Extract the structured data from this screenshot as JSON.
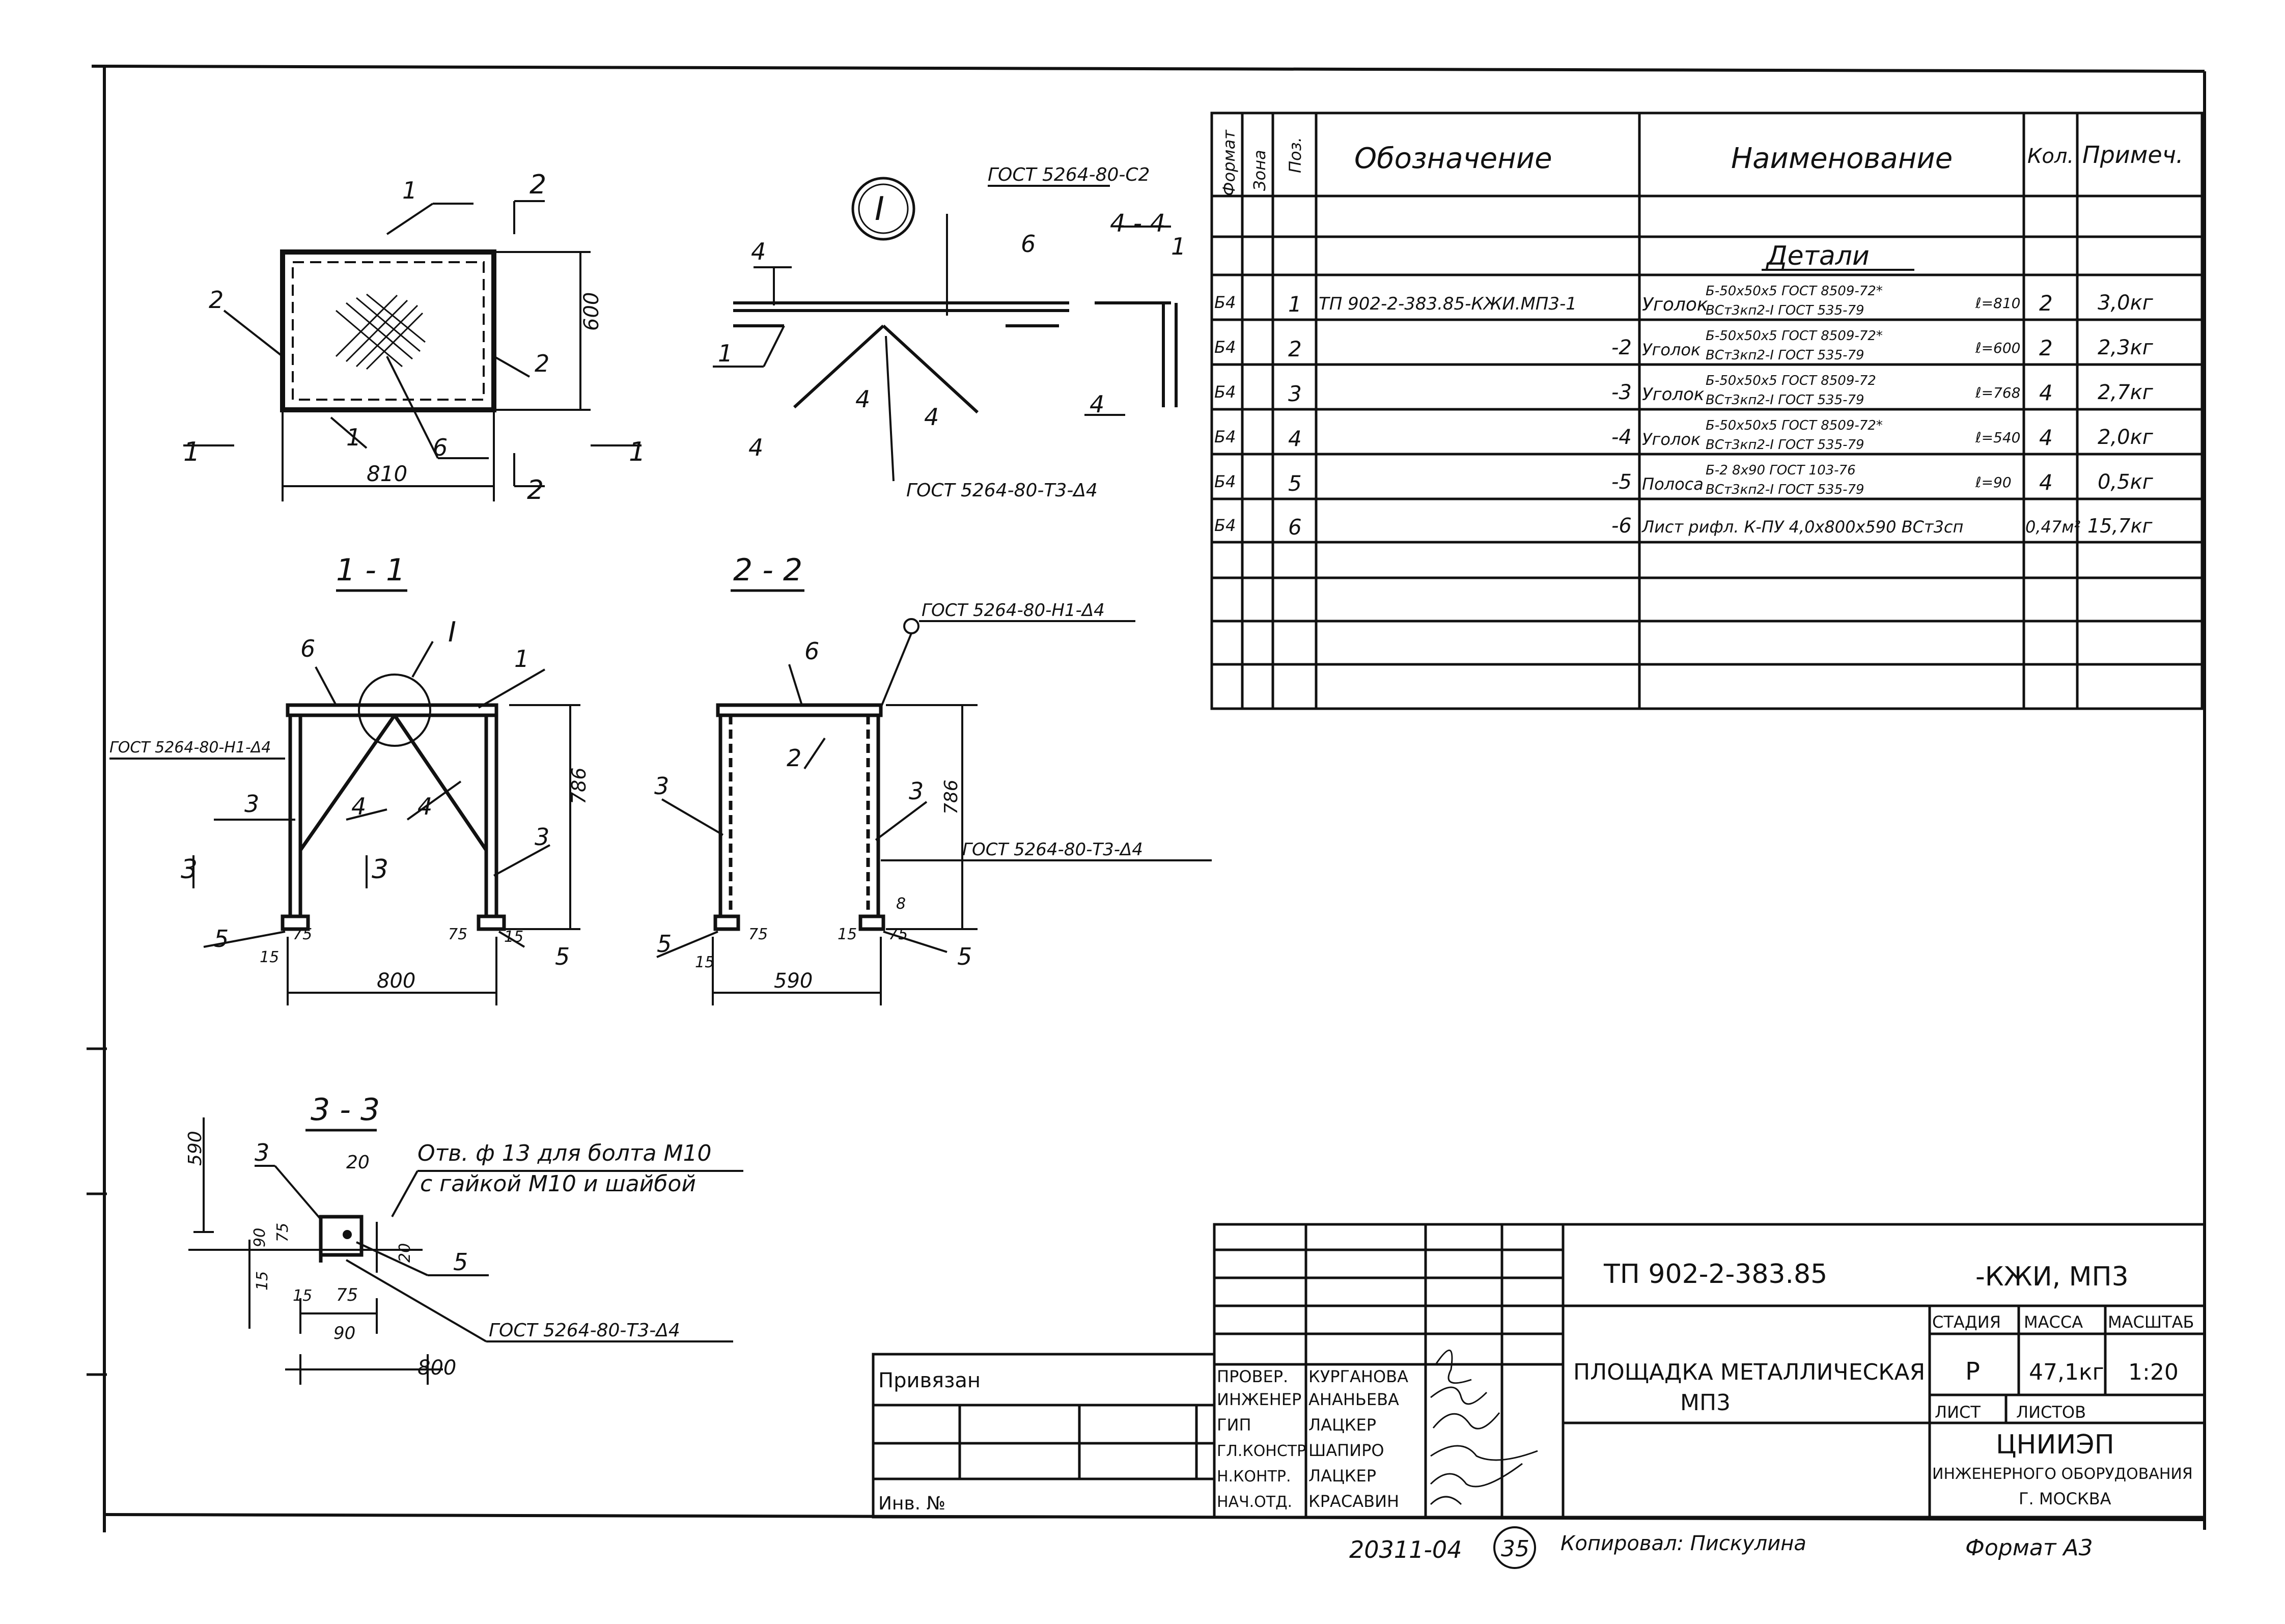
{
  "views": {
    "plan": {
      "dims": [
        "600",
        "810"
      ],
      "callouts": [
        "1",
        "2",
        "2",
        "1",
        "6"
      ],
      "section_marks": [
        "2",
        "2",
        "1",
        "1"
      ]
    },
    "detail_I": {
      "label": "I",
      "section_label": "4 - 4",
      "weld_top": "ГОСТ 5264-80-С2",
      "weld_bottom": "ГОСТ 5264-80-Т3-Δ4",
      "callouts": [
        "1",
        "6",
        "1",
        "4",
        "4",
        "4",
        "4",
        "4"
      ]
    },
    "section_1_1": {
      "title": "1 - 1",
      "weld_left": "ГОСТ 5264-80-Н1-Δ4",
      "dims": [
        "786",
        "800",
        "75",
        "15",
        "75",
        "15"
      ],
      "callouts": [
        "6",
        "I",
        "1",
        "3",
        "4",
        "4",
        "3",
        "5",
        "5"
      ],
      "section_marks": [
        "3",
        "3"
      ]
    },
    "section_2_2": {
      "title": "2 - 2",
      "weld_top": "ГОСТ 5264-80-Н1-Δ4",
      "weld_right": "ГОСТ 5264-80-Т3-Δ4",
      "dims": [
        "786",
        "590",
        "75",
        "15",
        "15",
        "75",
        "8"
      ],
      "callouts": [
        "6",
        "2",
        "3",
        "3",
        "5",
        "5"
      ]
    },
    "section_3_3": {
      "title": "3 - 3",
      "note_line1": "Отв. ф 13 для болта М10",
      "note_line2": "с гайкой М10 и шайбой",
      "weld": "ГОСТ 5264-80-Т3-Δ4",
      "dims": [
        "590",
        "20",
        "90",
        "75",
        "20",
        "15",
        "15",
        "75",
        "90",
        "800"
      ],
      "callouts": [
        "3",
        "5"
      ]
    }
  },
  "spec_table": {
    "headers": {
      "format": "Формат",
      "zone": "Зона",
      "pos": "Поз.",
      "designation": "Обозначение",
      "name": "Наименование",
      "qty": "Кол.",
      "note": "Примеч."
    },
    "section_title": "Детали",
    "rows": [
      {
        "format": "Б4",
        "pos": "1",
        "designation": "ТП 902-2-383.85-КЖИ.МП3-1",
        "name_prefix": "Уголок",
        "name_top": "Б-50х50х5 ГОСТ 8509-72*",
        "name_bottom": "ВСт3кп2-I ГОСТ 535-79",
        "length": "ℓ=810",
        "qty": "2",
        "note": "3,0кг"
      },
      {
        "format": "Б4",
        "pos": "2",
        "designation": "-2",
        "name_prefix": "Уголок",
        "name_top": "Б-50х50х5 ГОСТ 8509-72*",
        "name_bottom": "ВСт3кп2-I ГОСТ 535-79",
        "length": "ℓ=600",
        "qty": "2",
        "note": "2,3кг"
      },
      {
        "format": "Б4",
        "pos": "3",
        "designation": "-3",
        "name_prefix": "Уголок",
        "name_top": "Б-50х50х5 ГОСТ 8509-72",
        "name_bottom": "ВСт3кп2-I ГОСТ 535-79",
        "length": "ℓ=768",
        "qty": "4",
        "note": "2,7кг"
      },
      {
        "format": "Б4",
        "pos": "4",
        "designation": "-4",
        "name_prefix": "Уголок",
        "name_top": "Б-50х50х5 ГОСТ 8509-72*",
        "name_bottom": "ВСт3кп2-I ГОСТ 535-79",
        "length": "ℓ=540",
        "qty": "4",
        "note": "2,0кг"
      },
      {
        "format": "Б4",
        "pos": "5",
        "designation": "-5",
        "name_prefix": "Полоса",
        "name_top": "Б-2 8х90 ГОСТ 103-76",
        "name_bottom": "ВСт3кп2-I ГОСТ 535-79",
        "length": "ℓ=90",
        "qty": "4",
        "note": "0,5кг"
      },
      {
        "format": "Б4",
        "pos": "6",
        "designation": "-6",
        "name_prefix": "Лист рифл. К-ПУ 4,0х800х590 ВСт3сп",
        "name_top": "",
        "name_bottom": "",
        "length": "",
        "qty": "0,47м²",
        "note": "15,7кг"
      }
    ]
  },
  "title_block": {
    "code": "ТП 902-2-383.85",
    "code_suffix": "-КЖИ, МП3",
    "title_line1": "ПЛОЩАДКА МЕТАЛЛИЧЕСКАЯ",
    "title_line2": "МП3",
    "stage_label": "СТАДИЯ",
    "mass_label": "МАССА",
    "scale_label": "МАСШТАБ",
    "stage": "Р",
    "mass": "47,1кг",
    "scale": "1:20",
    "sheet_label": "ЛИСТ",
    "sheets_label": "ЛИСТОВ",
    "org_line1": "ЦНИИЭП",
    "org_line2": "ИНЖЕНЕРНОГО ОБОРУДОВАНИЯ",
    "org_line3": "Г. МОСКВА",
    "roles": [
      {
        "role": "ПРОВЕР.",
        "name": "КУРГАНОВА"
      },
      {
        "role": "ИНЖЕНЕР",
        "name": "АНАНЬЕВА"
      },
      {
        "role": "ГИП",
        "name": "ЛАЦКЕР"
      },
      {
        "role": "ГЛ.КОНСТР",
        "name": "ШАПИРО"
      },
      {
        "role": "Н.КОНТР.",
        "name": "ЛАЦКЕР"
      },
      {
        "role": "НАЧ.ОТД.",
        "name": "КРАСАВИН"
      }
    ],
    "bound_label": "Привязан",
    "inv_label": "Инв. №"
  },
  "footer": {
    "doc_number": "20311-04",
    "page_number": "35",
    "copied_by": "Копировал: Пискулина",
    "format": "Формат А3"
  }
}
